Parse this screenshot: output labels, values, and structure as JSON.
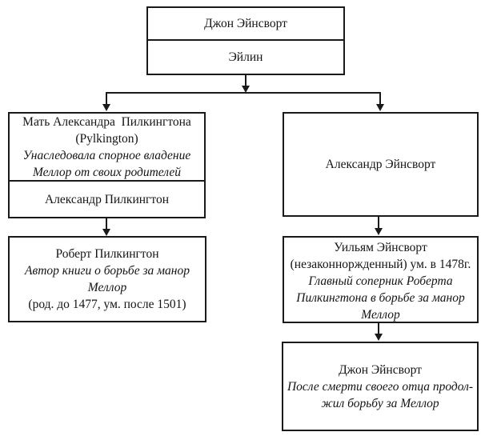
{
  "page": {
    "background_color": "#ffffff",
    "line_color": "#1a1a1a",
    "text_color": "#141414"
  },
  "tree": {
    "root": {
      "father": "Джон Эйнсворт",
      "mother": "Эйлин"
    },
    "left": {
      "mother_box": {
        "name_line1": "Мать Александра  Пилкингтона",
        "name_line2": "(Pylkington)",
        "note_line1": "Унаследовала спорное владение",
        "note_line2": "Меллор от своих родителей",
        "child": "Александр Пилкингтон"
      },
      "robert_box": {
        "name": "Роберт Пилкингтон",
        "note_line1": "Автор книги о борьбе за манор",
        "note_line2": "Меллор",
        "dates": "(род. до 1477, ум. после 1501)"
      }
    },
    "right": {
      "alexander_box": {
        "name": "Александр Эйнсворт"
      },
      "william_box": {
        "name_line1": "Уильям Эйнсворт",
        "name_line2": "(незаконноржденный) ум. в 1478г.",
        "note_line1": "Главный соперник Роберта",
        "note_line2": "Пилкингтона в борьбе за манор",
        "note_line3": "Меллор"
      },
      "john_box": {
        "name": "Джон Эйнсворт",
        "note_line1": "После смерти своего отца продол-",
        "note_line2": "жил борьбу за Меллор"
      }
    }
  }
}
